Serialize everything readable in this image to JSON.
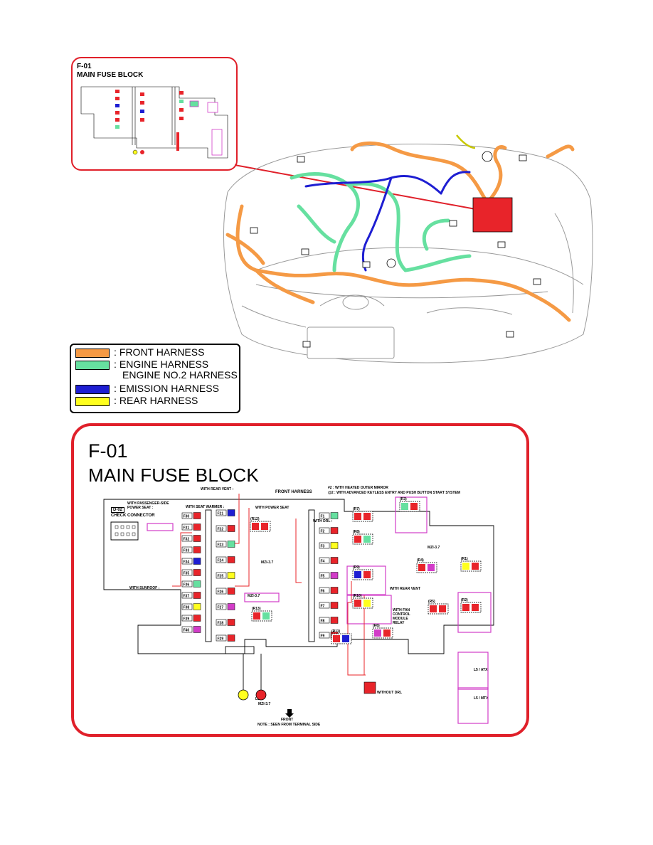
{
  "thumbnail": {
    "code": "F-01",
    "title": "MAIN FUSE BLOCK"
  },
  "detail": {
    "code": "F-01",
    "title": "MAIN FUSE BLOCK",
    "front_harness": "FRONT HARNESS",
    "note_1": "#2 : WITH HEATED OUTER MIRROR",
    "note_2": "@2 : WITH ADVANCED KEYLESS ENTRY AND PUSH BUTTON START SYSTEM",
    "with_rear_vent_top": "WITH REAR VENT :",
    "with_passenger_side_power_seat": "WITH PASSENGER-SIDE POWER SEAT :",
    "with_seat_warmer": "WITH SEAT WARMER :",
    "with_power_seat": "WITH POWER SEAT",
    "with_drl": "WITH DRL :",
    "check_connector_code": "D-02",
    "check_connector": "CHECK CONNECTOR",
    "with_sunroof": "WITH SUNROOF :",
    "with_rear_vent": "WITH REAR VENT",
    "with_fan_control_module_relay": "WITH FAN CONTROL MODULE RELAY",
    "without_drl": "WITHOUT DRL",
    "mzr_37": "MZI-3.7",
    "l5": "L5",
    "l5_atx": "L5 / ATX",
    "l5_mtx": "L5 / MTX",
    "front": "FRONT",
    "note_terminal": "NOTE : SEEN FROM TERMINAL SIDE",
    "fuses_left": [
      "F30",
      "F31",
      "F32",
      "F33",
      "F34",
      "F35",
      "F36",
      "F37",
      "F38",
      "F39",
      "F40"
    ],
    "fuses_mid": [
      "F21",
      "F22",
      "F23",
      "F24",
      "F25",
      "F26",
      "F27",
      "F28",
      "F29"
    ],
    "fuses_right": [
      "F1",
      "F2",
      "F3",
      "F4",
      "F5",
      "F6",
      "F7",
      "F8",
      "F9"
    ],
    "relays": [
      "(R7)",
      "(R8)",
      "(R9)",
      "(R10)",
      "(R3)",
      "(R4)",
      "(R1)",
      "(R5)",
      "(R6)",
      "(R2)",
      "(R11)",
      "(R12)",
      "(R13)"
    ]
  },
  "legend": {
    "items": [
      {
        "color": "#f59a45",
        "label": "FRONT HARNESS"
      },
      {
        "color": "#66e0a0",
        "label": "ENGINE HARNESS",
        "label2": "ENGINE NO.2 HARNESS"
      },
      {
        "color": "#1e1ed2",
        "label": "EMISSION HARNESS"
      },
      {
        "color": "#ffff1e",
        "label": "REAR HARNESS"
      }
    ]
  },
  "colors": {
    "frame_red": "#e0202a",
    "front_harness": "#f59a45",
    "engine_harness": "#66e0a0",
    "emission_harness": "#1e1ed2",
    "rear_harness": "#ffff1e",
    "fuse_red": "#e8242a",
    "highlight_magenta": "#d23cc8"
  }
}
